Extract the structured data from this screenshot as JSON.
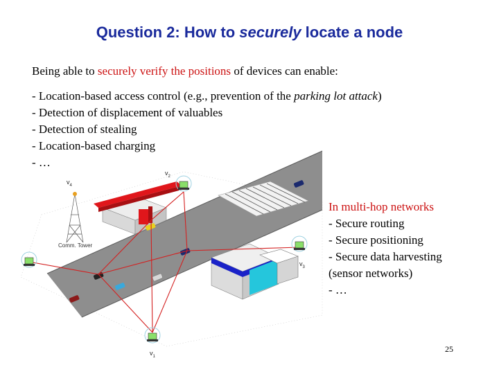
{
  "title": {
    "prefix": "Question 2: How to ",
    "emphasis": "securely",
    "suffix": " locate a node"
  },
  "intro": {
    "before": "Being able to ",
    "highlight": "securely verify the positions",
    "after": " of devices can enable:"
  },
  "bullets": [
    {
      "before": "- Location-based access control (e.g., prevention of the ",
      "italic": "parking lot attack",
      "after": ")"
    },
    {
      "text": "- Detection of displacement of valuables"
    },
    {
      "text": "- Detection of stealing"
    },
    {
      "text": "- Location-based charging"
    },
    {
      "text": "- …"
    }
  ],
  "sidebar": {
    "heading": "In multi-hop networks",
    "items": [
      "- Secure routing",
      "- Secure positioning",
      "- Secure data harvesting",
      "(sensor networks)",
      "- …"
    ]
  },
  "diagram": {
    "node_labels": {
      "v1": "v",
      "v1_sub": "1",
      "v2": "v",
      "v2_sub": "2",
      "v3": "v",
      "v3_sub": "3",
      "v4": "v",
      "v4_sub": "4"
    },
    "tower_label": "Comm. Tower",
    "colors": {
      "road": "#8e8e8e",
      "link": "#d42020",
      "building_red": "#e0161b",
      "building_blue": "#1a22c8",
      "building_cyan": "#25c6dc"
    }
  },
  "page_number": "25"
}
